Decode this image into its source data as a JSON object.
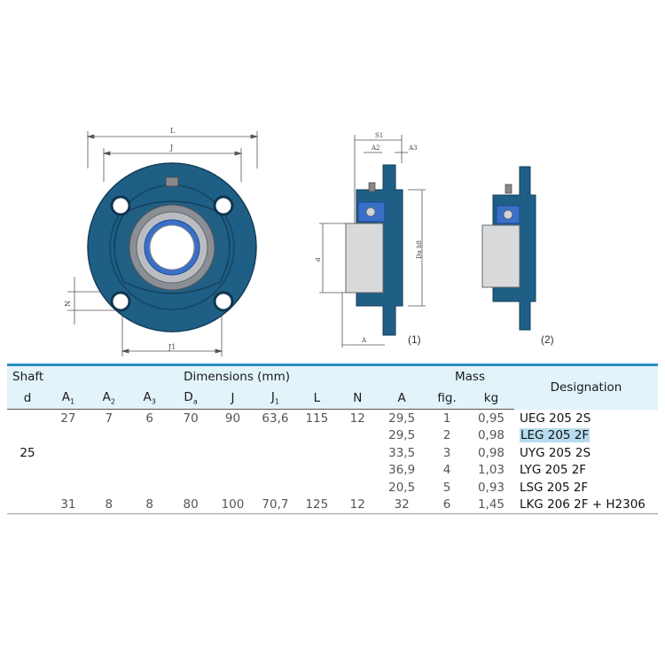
{
  "drawing_labels": {
    "L": "L",
    "J": "J",
    "J1": "J1",
    "N": "N",
    "S1": "S1",
    "A2": "A2",
    "A3": "A3",
    "d": "d",
    "Da": "Da h8",
    "A": "A",
    "fig1": "(1)",
    "fig2": "(2)"
  },
  "colors": {
    "housing": "#1f5f86",
    "accent_blue": "#3a6fc8",
    "header_bg": "#e2f3fa",
    "header_rule": "#2b8fc0",
    "highlight": "#b7dcef"
  },
  "table": {
    "header": {
      "shaft": "Shaft",
      "dimensions": "Dimensions (mm)",
      "mass": "Mass",
      "designation": "Designation",
      "d": "d",
      "A1": "A",
      "A1_sub": "1",
      "A2": "A",
      "A2_sub": "2",
      "A3": "A",
      "A3_sub": "3",
      "Da": "D",
      "Da_sub": "a",
      "J": "J",
      "J1": "J",
      "J1_sub": "1",
      "L": "L",
      "N": "N",
      "A": "A",
      "fig": "fig.",
      "kg": "kg"
    },
    "shaft_value": "25",
    "rows": [
      {
        "A1": "27",
        "A2": "7",
        "A3": "6",
        "Da": "70",
        "J": "90",
        "J1": "63,6",
        "L": "115",
        "N": "12",
        "A": "29,5",
        "fig": "1",
        "kg": "0,95",
        "designation": "UEG 205 2S"
      },
      {
        "A1": "",
        "A2": "",
        "A3": "",
        "Da": "",
        "J": "",
        "J1": "",
        "L": "",
        "N": "",
        "A": "29,5",
        "fig": "2",
        "kg": "0,98",
        "designation": "LEG 205 2F"
      },
      {
        "A1": "",
        "A2": "",
        "A3": "",
        "Da": "",
        "J": "",
        "J1": "",
        "L": "",
        "N": "",
        "A": "33,5",
        "fig": "3",
        "kg": "0,98",
        "designation": "UYG 205 2S"
      },
      {
        "A1": "",
        "A2": "",
        "A3": "",
        "Da": "",
        "J": "",
        "J1": "",
        "L": "",
        "N": "",
        "A": "36,9",
        "fig": "4",
        "kg": "1,03",
        "designation": "LYG 205 2F"
      },
      {
        "A1": "",
        "A2": "",
        "A3": "",
        "Da": "",
        "J": "",
        "J1": "",
        "L": "",
        "N": "",
        "A": "20,5",
        "fig": "5",
        "kg": "0,93",
        "designation": "LSG 205 2F"
      },
      {
        "A1": "31",
        "A2": "8",
        "A3": "8",
        "Da": "80",
        "J": "100",
        "J1": "70,7",
        "L": "125",
        "N": "12",
        "A": "32",
        "fig": "6",
        "kg": "1,45",
        "designation": "LKG 206 2F + H2306"
      }
    ]
  }
}
